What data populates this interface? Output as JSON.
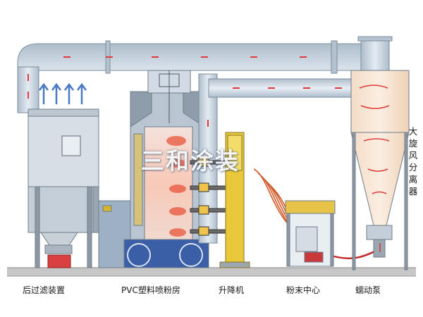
{
  "labels": {
    "after_filter": "后过滤装置",
    "booth": "PVC塑料喷粉房",
    "lift": "升降机",
    "powder_center": "粉末中心",
    "pump": "蠕动泵",
    "cyclone": "大旋风分离器"
  },
  "watermark": "三和涂装",
  "colors": {
    "duct": "#c9d6e3",
    "duct_edge": "#7d8c9c",
    "airflow": "#e03a3a",
    "lift_yellow": "#e9c93a",
    "hose": "#d25a2a",
    "floor": "#b8b8b8"
  }
}
